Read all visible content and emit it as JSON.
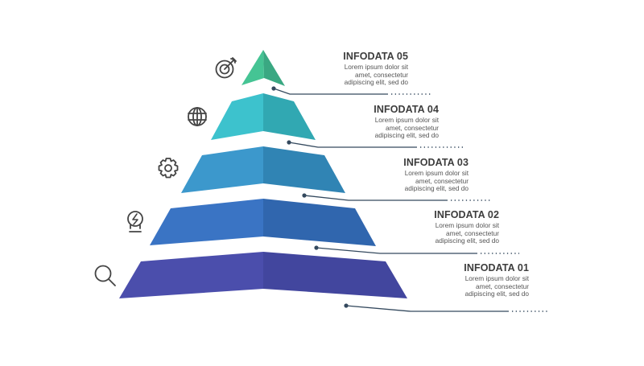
{
  "diagram": {
    "type": "pyramid-infographic",
    "colors": {
      "text_title": "#3d3d3d",
      "text_body": "#555555",
      "connector": "#34495e",
      "icon": "#444444"
    },
    "tiers": [
      {
        "id": "05",
        "title": "INFODATA 05",
        "body": [
          "Lorem ipsum dolor sit",
          "amet, consectetur",
          "adipiscing elit, sed do"
        ],
        "icon": "target-icon",
        "color_left": "#45c494",
        "color_right": "#3aa882"
      },
      {
        "id": "04",
        "title": "INFODATA 04",
        "body": [
          "Lorem ipsum dolor sit",
          "amet, consectetur",
          "adipiscing elit, sed do"
        ],
        "icon": "globe-icon",
        "color_left": "#3dc2cd",
        "color_right": "#31a8b2"
      },
      {
        "id": "03",
        "title": "INFODATA 03",
        "body": [
          "Lorem ipsum dolor sit",
          "amet, consectetur",
          "adipiscing elit, sed do"
        ],
        "icon": "gear-icon",
        "color_left": "#3c98cc",
        "color_right": "#3084b4"
      },
      {
        "id": "02",
        "title": "INFODATA 02",
        "body": [
          "Lorem ipsum dolor sit",
          "amet, consectetur",
          "adipiscing elit, sed do"
        ],
        "icon": "lightbulb-bolt-icon",
        "color_left": "#3a74c4",
        "color_right": "#3066ae"
      },
      {
        "id": "01",
        "title": "INFODATA 01",
        "body": [
          "Lorem ipsum dolor sit",
          "amet, consectetur",
          "adipiscing elit, sed do"
        ],
        "icon": "search-icon",
        "color_left": "#4b4eac",
        "color_right": "#42469e"
      }
    ]
  }
}
